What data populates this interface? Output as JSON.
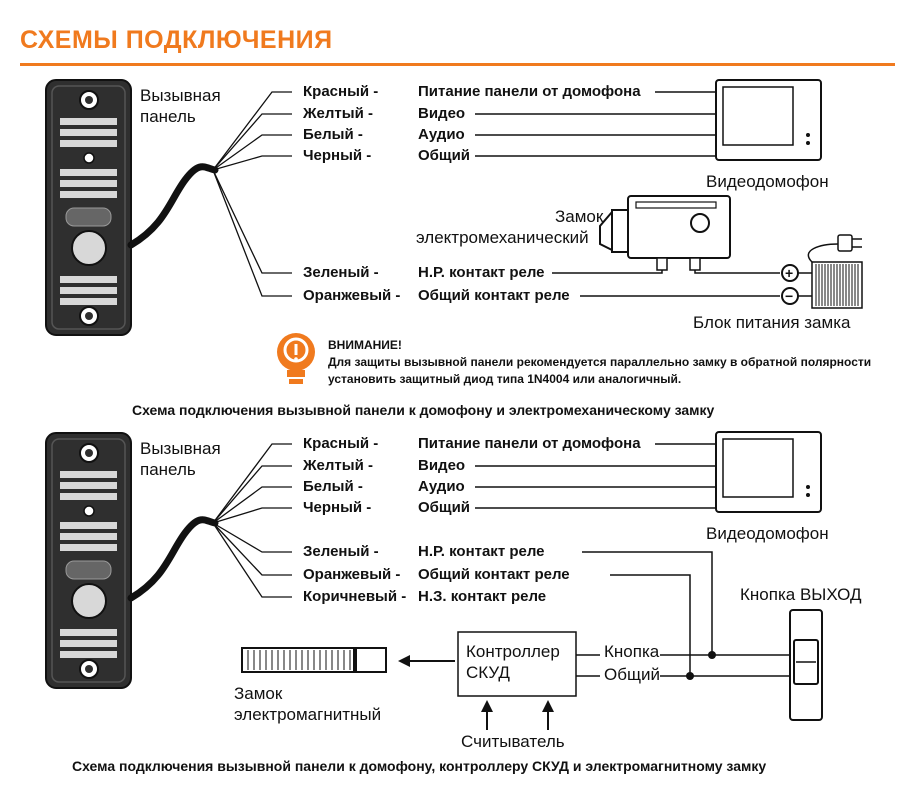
{
  "title": "СХЕМЫ ПОДКЛЮЧЕНИЯ",
  "colors": {
    "accent": "#f07a1e",
    "panel": "#2f2f2f",
    "line": "#111111"
  },
  "diagram1": {
    "panel_label_1": "Вызывная",
    "panel_label_2": "панель",
    "wires": [
      "Красный -",
      "Желтый -",
      "Белый -",
      "Черный -",
      "Зеленый -",
      "Оранжевый -"
    ],
    "functions": [
      "Питание панели от домофона",
      "Видео",
      "Аудио",
      "Общий",
      "Н.Р. контакт реле",
      "Общий контакт реле"
    ],
    "intercom_label": "Видеодомофон",
    "lock_label_1": "Замок",
    "lock_label_2": "электромеханический",
    "psu_label": "Блок питания замка",
    "psu_plus": "+",
    "psu_minus": "−",
    "warning_title": "ВНИМАНИЕ!",
    "warning_text": "Для защиты вызывной панели рекомендуется параллельно замку в обратной поляр­ности установить защитный диод типа 1N4004 или аналогичный.",
    "caption": "Схема подключения вызывной панели к домофону и электромеханическому замку"
  },
  "diagram2": {
    "panel_label_1": "Вызывная",
    "panel_label_2": "панель",
    "wires": [
      "Красный -",
      "Желтый -",
      "Белый -",
      "Черный -",
      "Зеленый -",
      "Оранжевый -",
      "Коричневый -"
    ],
    "functions": [
      "Питание панели от домофона",
      "Видео",
      "Аудио",
      "Общий",
      "Н.Р. контакт реле",
      "Общий контакт реле",
      "Н.З. контакт реле"
    ],
    "intercom_label": "Видеодомофон",
    "exit_button_label": "Кнопка ВЫХОД",
    "controller_label_1": "Контроллер",
    "controller_label_2": "СКУД",
    "controller_button": "Кнопка",
    "controller_common": "Общий",
    "lock_label_1": "Замок",
    "lock_label_2": "электромагнитный",
    "reader_label": "Считыватель",
    "caption": "Схема подключения вызывной панели к домофону, контроллеру СКУД и электромагнитному замку"
  }
}
